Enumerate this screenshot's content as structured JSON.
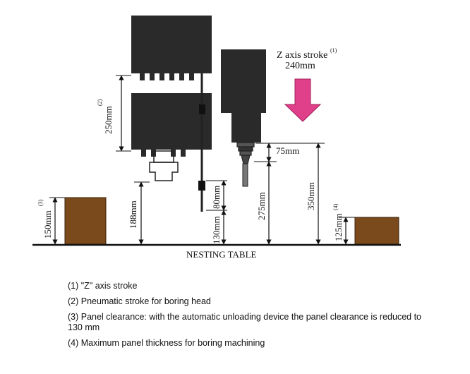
{
  "labels": {
    "z_axis_title": "Z axis stroke",
    "z_axis_ref": "(1)",
    "z_axis_value": "240mm",
    "boring_stroke": "250mm",
    "boring_ref": "(2)",
    "panel_clear": "150mm",
    "panel_ref": "(3)",
    "h188": "188mm",
    "h80": "80mm",
    "h130": "130mm",
    "h75": "75mm",
    "h275": "275mm",
    "h350": "350mm",
    "h125": "125mm",
    "h125_ref": "(4)",
    "table": "NESTING TABLE"
  },
  "notes": [
    "(1) \"Z\" axis stroke",
    "(2) Pneumatic stroke for boring head",
    "(3) Panel clearance: with the automatic unloading device the panel clearance is reduced to 130 mm",
    "(4) Maximum panel thickness for boring machining"
  ],
  "colors": {
    "machine": "#2a2a2a",
    "panel": "#7a4a1c",
    "arrow": "#e0408a"
  }
}
